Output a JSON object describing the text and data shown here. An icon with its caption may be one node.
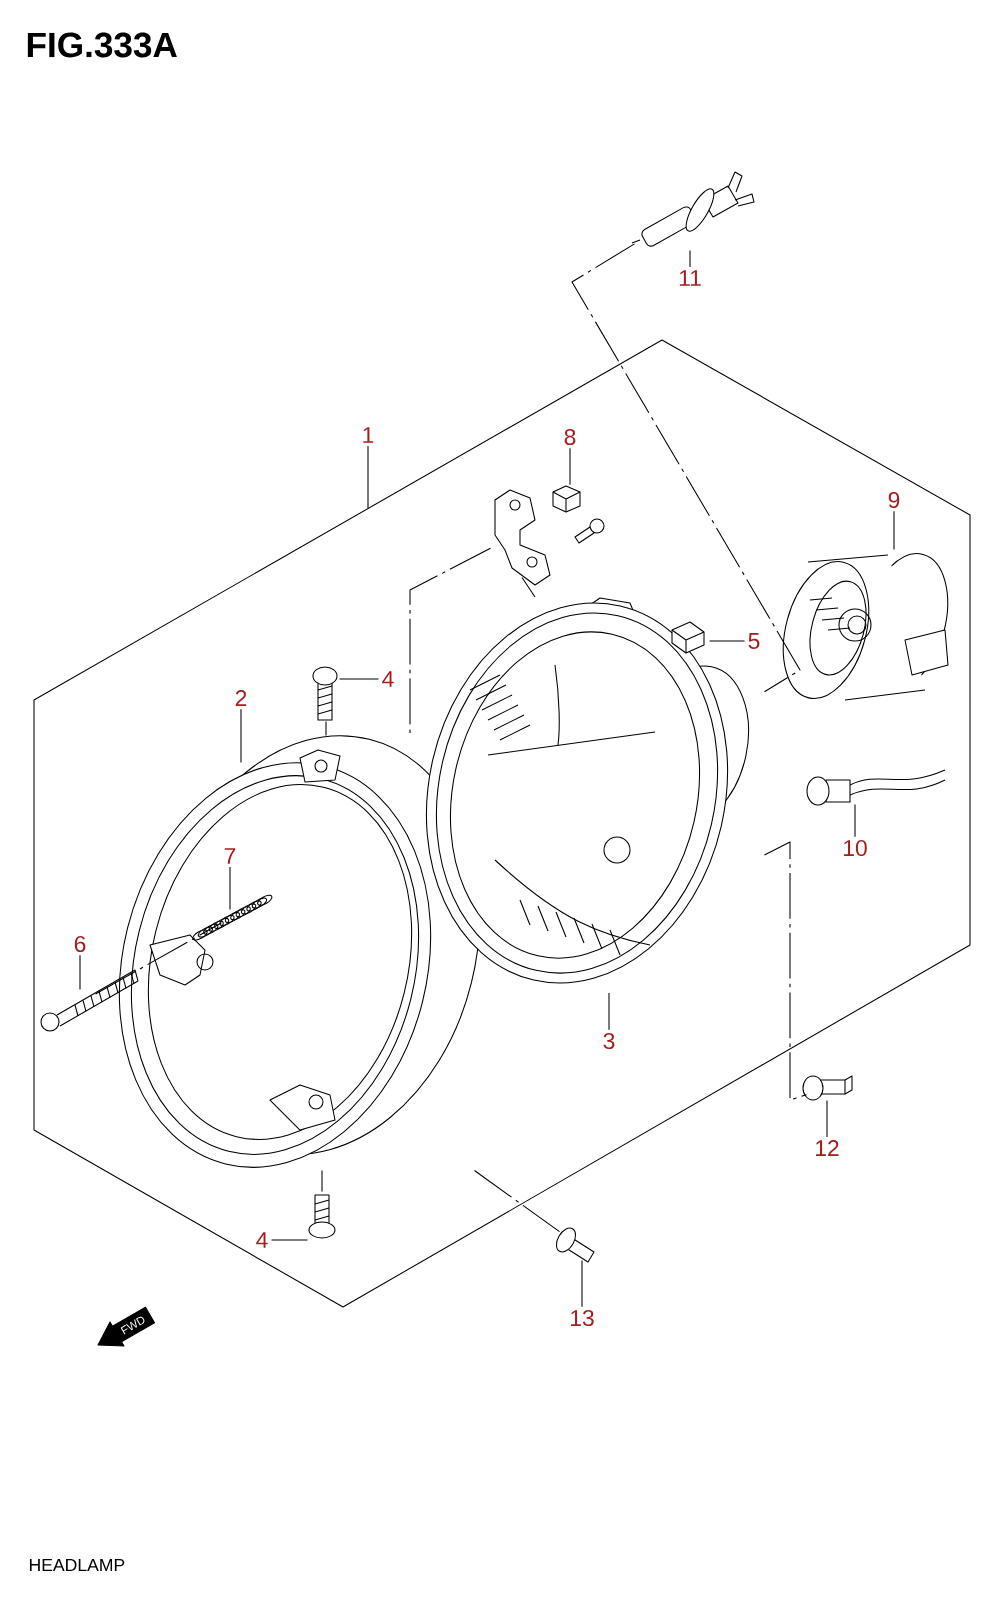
{
  "diagram": {
    "title": "FIG.333A",
    "caption": "HEADLAMP",
    "nodes": [
      {
        "text": [
          "1"
        ]
      },
      {
        "text": [
          "2"
        ]
      },
      {
        "text": [
          "3"
        ]
      },
      {
        "text": [
          "4"
        ]
      },
      {
        "text": [
          "4"
        ]
      },
      {
        "text": [
          "5"
        ]
      },
      {
        "text": [
          "6"
        ]
      },
      {
        "text": [
          "7"
        ],
        "in": 14
      },
      {
        "text": [
          "8"
        ]
      },
      {
        "text": [
          "9"
        ]
      },
      {
        "text": [
          "10"
        ]
      },
      {
        "text": [
          "11"
        ]
      },
      {
        "text": [
          "12"
        ]
      },
      {
        "text": [
          "13"
        ]
      },
      {
        "text": [],
        "shape": "picture"
      },
      {
        "text": [],
        "shape": "picture"
      },
      {
        "text": [],
        "shape": "picture"
      },
      {
        "text": [],
        "shape": "picture"
      },
      {
        "text": [],
        "shape": "picture"
      },
      {
        "text": [],
        "shape": "picture"
      },
      {
        "text": [],
        "shape": "picture",
        "in": 14
      },
      {
        "text": [],
        "shape": "picture"
      },
      {
        "text": [],
        "shape": "picture"
      },
      {
        "text": [],
        "shape": "picture"
      },
      {
        "text": [],
        "shape": "picture"
      },
      {
        "text": [],
        "shape": "picture"
      },
      {
        "text": [],
        "shape": "picture"
      },
      {
        "text": [],
        "shape": "picture"
      }
    ],
    "edges": [
      {
        "from": 0,
        "to": null,
        "arrow": "none"
      },
      {
        "from": 1,
        "to": 14,
        "arrow": "none"
      },
      {
        "from": 2,
        "to": 15,
        "arrow": "none"
      },
      {
        "from": 3,
        "to": 16,
        "arrow": "none"
      },
      {
        "from": 4,
        "to": 17,
        "arrow": "none"
      },
      {
        "from": 5,
        "to": 18,
        "arrow": "none"
      },
      {
        "from": 6,
        "to": 19,
        "arrow": "none"
      },
      {
        "from": 7,
        "to": 20,
        "arrow": "none"
      },
      {
        "from": 8,
        "to": 21,
        "arrow": "none"
      },
      {
        "from": 9,
        "to": 22,
        "arrow": "none"
      },
      {
        "from": 10,
        "to": 23,
        "arrow": "none"
      },
      {
        "from": 11,
        "to": 24,
        "arrow": "none"
      },
      {
        "from": 12,
        "to": 25,
        "arrow": "none"
      },
      {
        "from": 13,
        "to": 26,
        "arrow": "none"
      },
      {
        "from": 24,
        "to": 15,
        "arrow": "none",
        "style": "dashed"
      },
      {
        "from": 27,
        "to": 14,
        "arrow": "none",
        "style": "dashed"
      },
      {
        "from": 27,
        "to": 15,
        "arrow": "none",
        "style": "dashed"
      },
      {
        "from": 16,
        "to": 14,
        "arrow": "none",
        "style": "dashed"
      },
      {
        "from": 17,
        "to": 14,
        "arrow": "none",
        "style": "dashed"
      },
      {
        "from": 19,
        "to": 20,
        "arrow": "none",
        "style": "dashed"
      },
      {
        "from": 14,
        "to": 26,
        "arrow": "none",
        "style": "dashed"
      },
      {
        "from": 15,
        "to": 25,
        "arrow": "none",
        "style": "dashed"
      }
    ],
    "labels": [
      "FWD"
    ]
  }
}
